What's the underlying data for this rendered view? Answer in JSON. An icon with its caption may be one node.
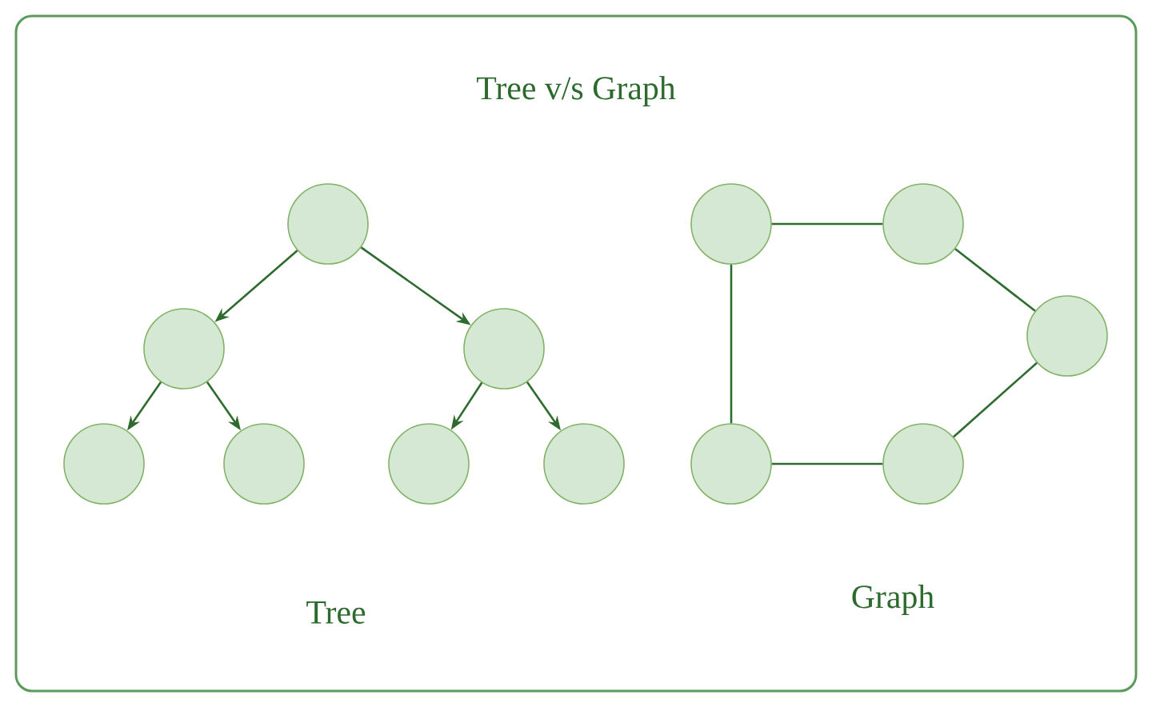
{
  "diagram": {
    "title": "Tree v/s Graph",
    "nodes": [
      {
        "text": [],
        "shape": "circle"
      },
      {
        "text": [],
        "shape": "circle"
      },
      {
        "text": [],
        "shape": "circle"
      },
      {
        "text": [],
        "shape": "circle"
      },
      {
        "text": [],
        "shape": "circle"
      },
      {
        "text": [],
        "shape": "circle"
      },
      {
        "text": [],
        "shape": "circle"
      },
      {
        "text": [],
        "shape": "circle"
      },
      {
        "text": [],
        "shape": "circle"
      },
      {
        "text": [],
        "shape": "circle"
      },
      {
        "text": [],
        "shape": "circle"
      },
      {
        "text": [],
        "shape": "circle"
      }
    ],
    "edges": [
      {
        "from": 0,
        "to": 1,
        "arrow": "to"
      },
      {
        "from": 0,
        "to": 2,
        "arrow": "to"
      },
      {
        "from": 1,
        "to": 3,
        "arrow": "to"
      },
      {
        "from": 1,
        "to": 4,
        "arrow": "to"
      },
      {
        "from": 2,
        "to": 5,
        "arrow": "to"
      },
      {
        "from": 2,
        "to": 6,
        "arrow": "to"
      },
      {
        "from": 7,
        "to": 8,
        "arrow": "none"
      },
      {
        "from": 8,
        "to": 9,
        "arrow": "none"
      },
      {
        "from": 9,
        "to": 10,
        "arrow": "none"
      },
      {
        "from": 10,
        "to": 11,
        "arrow": "none"
      },
      {
        "from": 11,
        "to": 7,
        "arrow": "none"
      }
    ],
    "labels": [
      "Tree",
      "Graph"
    ]
  }
}
